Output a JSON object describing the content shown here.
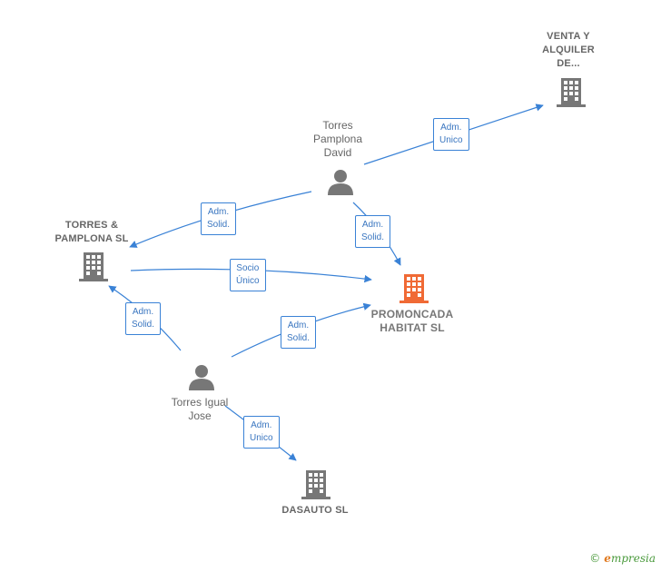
{
  "colors": {
    "edge": "#3a82d6",
    "company": "#777777",
    "main_company": "#f06a35",
    "person": "#777777"
  },
  "nodes": {
    "venta": {
      "label_lines": [
        "VENTA Y",
        "ALQUILER",
        "DE..."
      ],
      "icon": "building-icon"
    },
    "torres_david": {
      "label_lines": [
        "Torres",
        "Pamplona",
        "David"
      ],
      "icon": "person-icon"
    },
    "torres_pamplona_sl": {
      "label_lines": [
        "TORRES &",
        "PAMPLONA  SL"
      ],
      "icon": "building-icon"
    },
    "promoncada": {
      "label_lines": [
        "PROMONCADA",
        "HABITAT  SL"
      ],
      "icon": "building-icon"
    },
    "torres_jose": {
      "label_lines": [
        "Torres Igual",
        "Jose"
      ],
      "icon": "person-icon"
    },
    "dasauto": {
      "label_lines": [
        "DASAUTO SL"
      ],
      "icon": "building-icon"
    }
  },
  "edges": {
    "david_venta": [
      "Adm.",
      "Unico"
    ],
    "david_tpsl": [
      "Adm.",
      "Solid."
    ],
    "david_promoncada": [
      "Adm.",
      "Solid."
    ],
    "tpsl_promoncada": [
      "Socio",
      "Único"
    ],
    "jose_tpsl": [
      "Adm.",
      "Solid."
    ],
    "jose_promoncada": [
      "Adm.",
      "Solid."
    ],
    "jose_dasauto": [
      "Adm.",
      "Unico"
    ]
  },
  "brand": {
    "copyright": "©",
    "first_letter": "e",
    "rest": "mpresia"
  }
}
